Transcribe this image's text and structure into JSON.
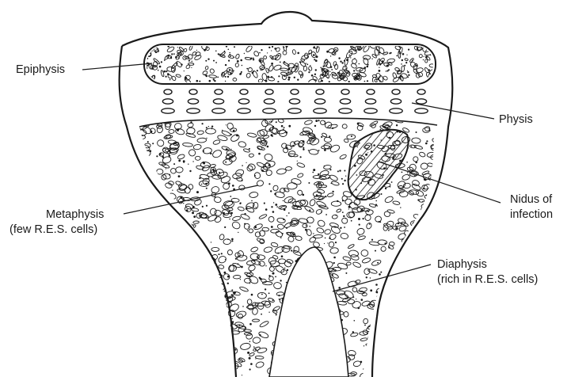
{
  "labels": {
    "epiphysis": "Epiphysis",
    "physis": "Physis",
    "nidus_line1": "Nidus of",
    "nidus_line2": "infection",
    "metaphysis_line1": "Metaphysis",
    "metaphysis_line2": "(few R.E.S. cells)",
    "diaphysis_line1": "Diaphysis",
    "diaphysis_line2": "(rich in R.E.S. cells)"
  },
  "colors": {
    "ink": "#1a1a1a",
    "background": "#ffffff"
  }
}
